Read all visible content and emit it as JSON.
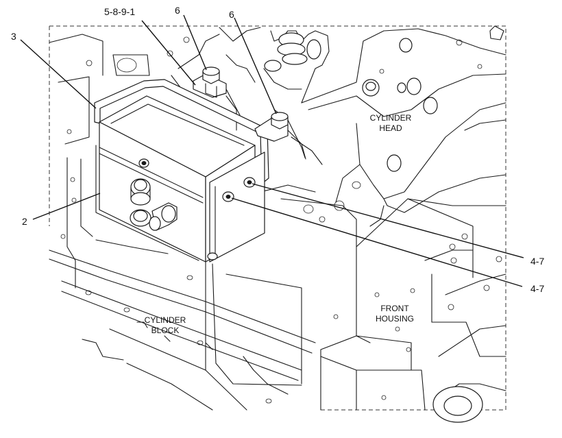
{
  "callouts": {
    "c3": "3",
    "c5891": "5-8-9-1",
    "c6a": "6",
    "c6b": "6",
    "c2": "2",
    "c47a": "4-7",
    "c47b": "4-7"
  },
  "areas": {
    "cylinder_head": [
      "CYLINDER",
      "HEAD"
    ],
    "cylinder_block": [
      "CYLINDER",
      "BLOCK"
    ],
    "front_housing": [
      "FRONT",
      "HOUSING"
    ]
  }
}
